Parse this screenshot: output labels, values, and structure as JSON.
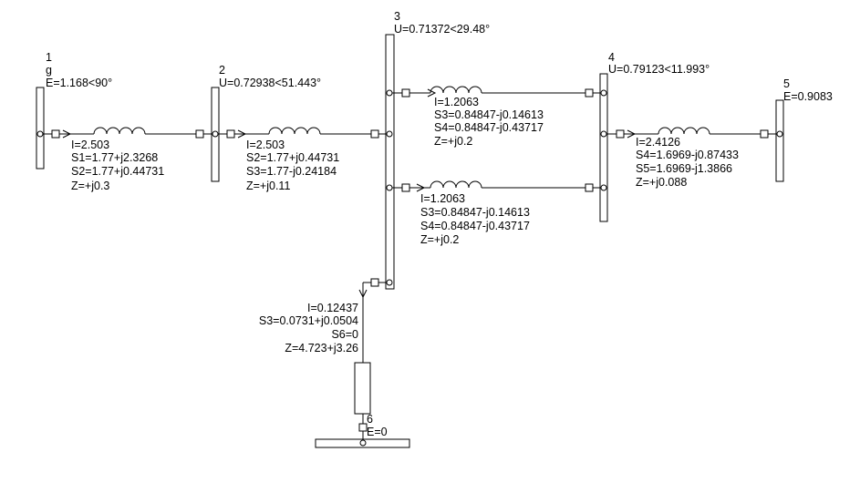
{
  "buses": [
    {
      "id": "bus-1",
      "number": "1",
      "type_label": "g",
      "value": "E=1.168<90°"
    },
    {
      "id": "bus-2",
      "number": "2",
      "value": "U=0.72938<51.443°"
    },
    {
      "id": "bus-3",
      "number": "3",
      "value": "U=0.71372<29.48°"
    },
    {
      "id": "bus-4",
      "number": "4",
      "value": "U=0.79123<11.993°"
    },
    {
      "id": "bus-5",
      "number": "5",
      "value": "E=0.9083"
    },
    {
      "id": "bus-6",
      "number": "6",
      "value": "E=0"
    }
  ],
  "branches": [
    {
      "id": "branch-1-2",
      "lines": [
        "I=2.503",
        "S1=1.77+j2.3268",
        "S2=1.77+j0.44731",
        "Z=+j0.3"
      ]
    },
    {
      "id": "branch-2-3",
      "lines": [
        "I=2.503",
        "S2=1.77+j0.44731",
        "S3=1.77-j0.24184",
        "Z=+j0.11"
      ]
    },
    {
      "id": "branch-3-4-top",
      "lines": [
        "I=1.2063",
        "S3=0.84847-j0.14613",
        "S4=0.84847-j0.43717",
        "Z=+j0.2"
      ]
    },
    {
      "id": "branch-3-4-bottom",
      "lines": [
        "I=1.2063",
        "S3=0.84847-j0.14613",
        "S4=0.84847-j0.43717",
        "Z=+j0.2"
      ]
    },
    {
      "id": "branch-4-5",
      "lines": [
        "I=2.4126",
        "S4=1.6969-j0.87433",
        "S5=1.6969-j1.3866",
        "Z=+j0.088"
      ]
    },
    {
      "id": "branch-3-6",
      "lines": [
        "I=0.12437",
        "S3=0.0731+j0.0504",
        "S6=0",
        "Z=4.723+j3.26"
      ]
    }
  ]
}
